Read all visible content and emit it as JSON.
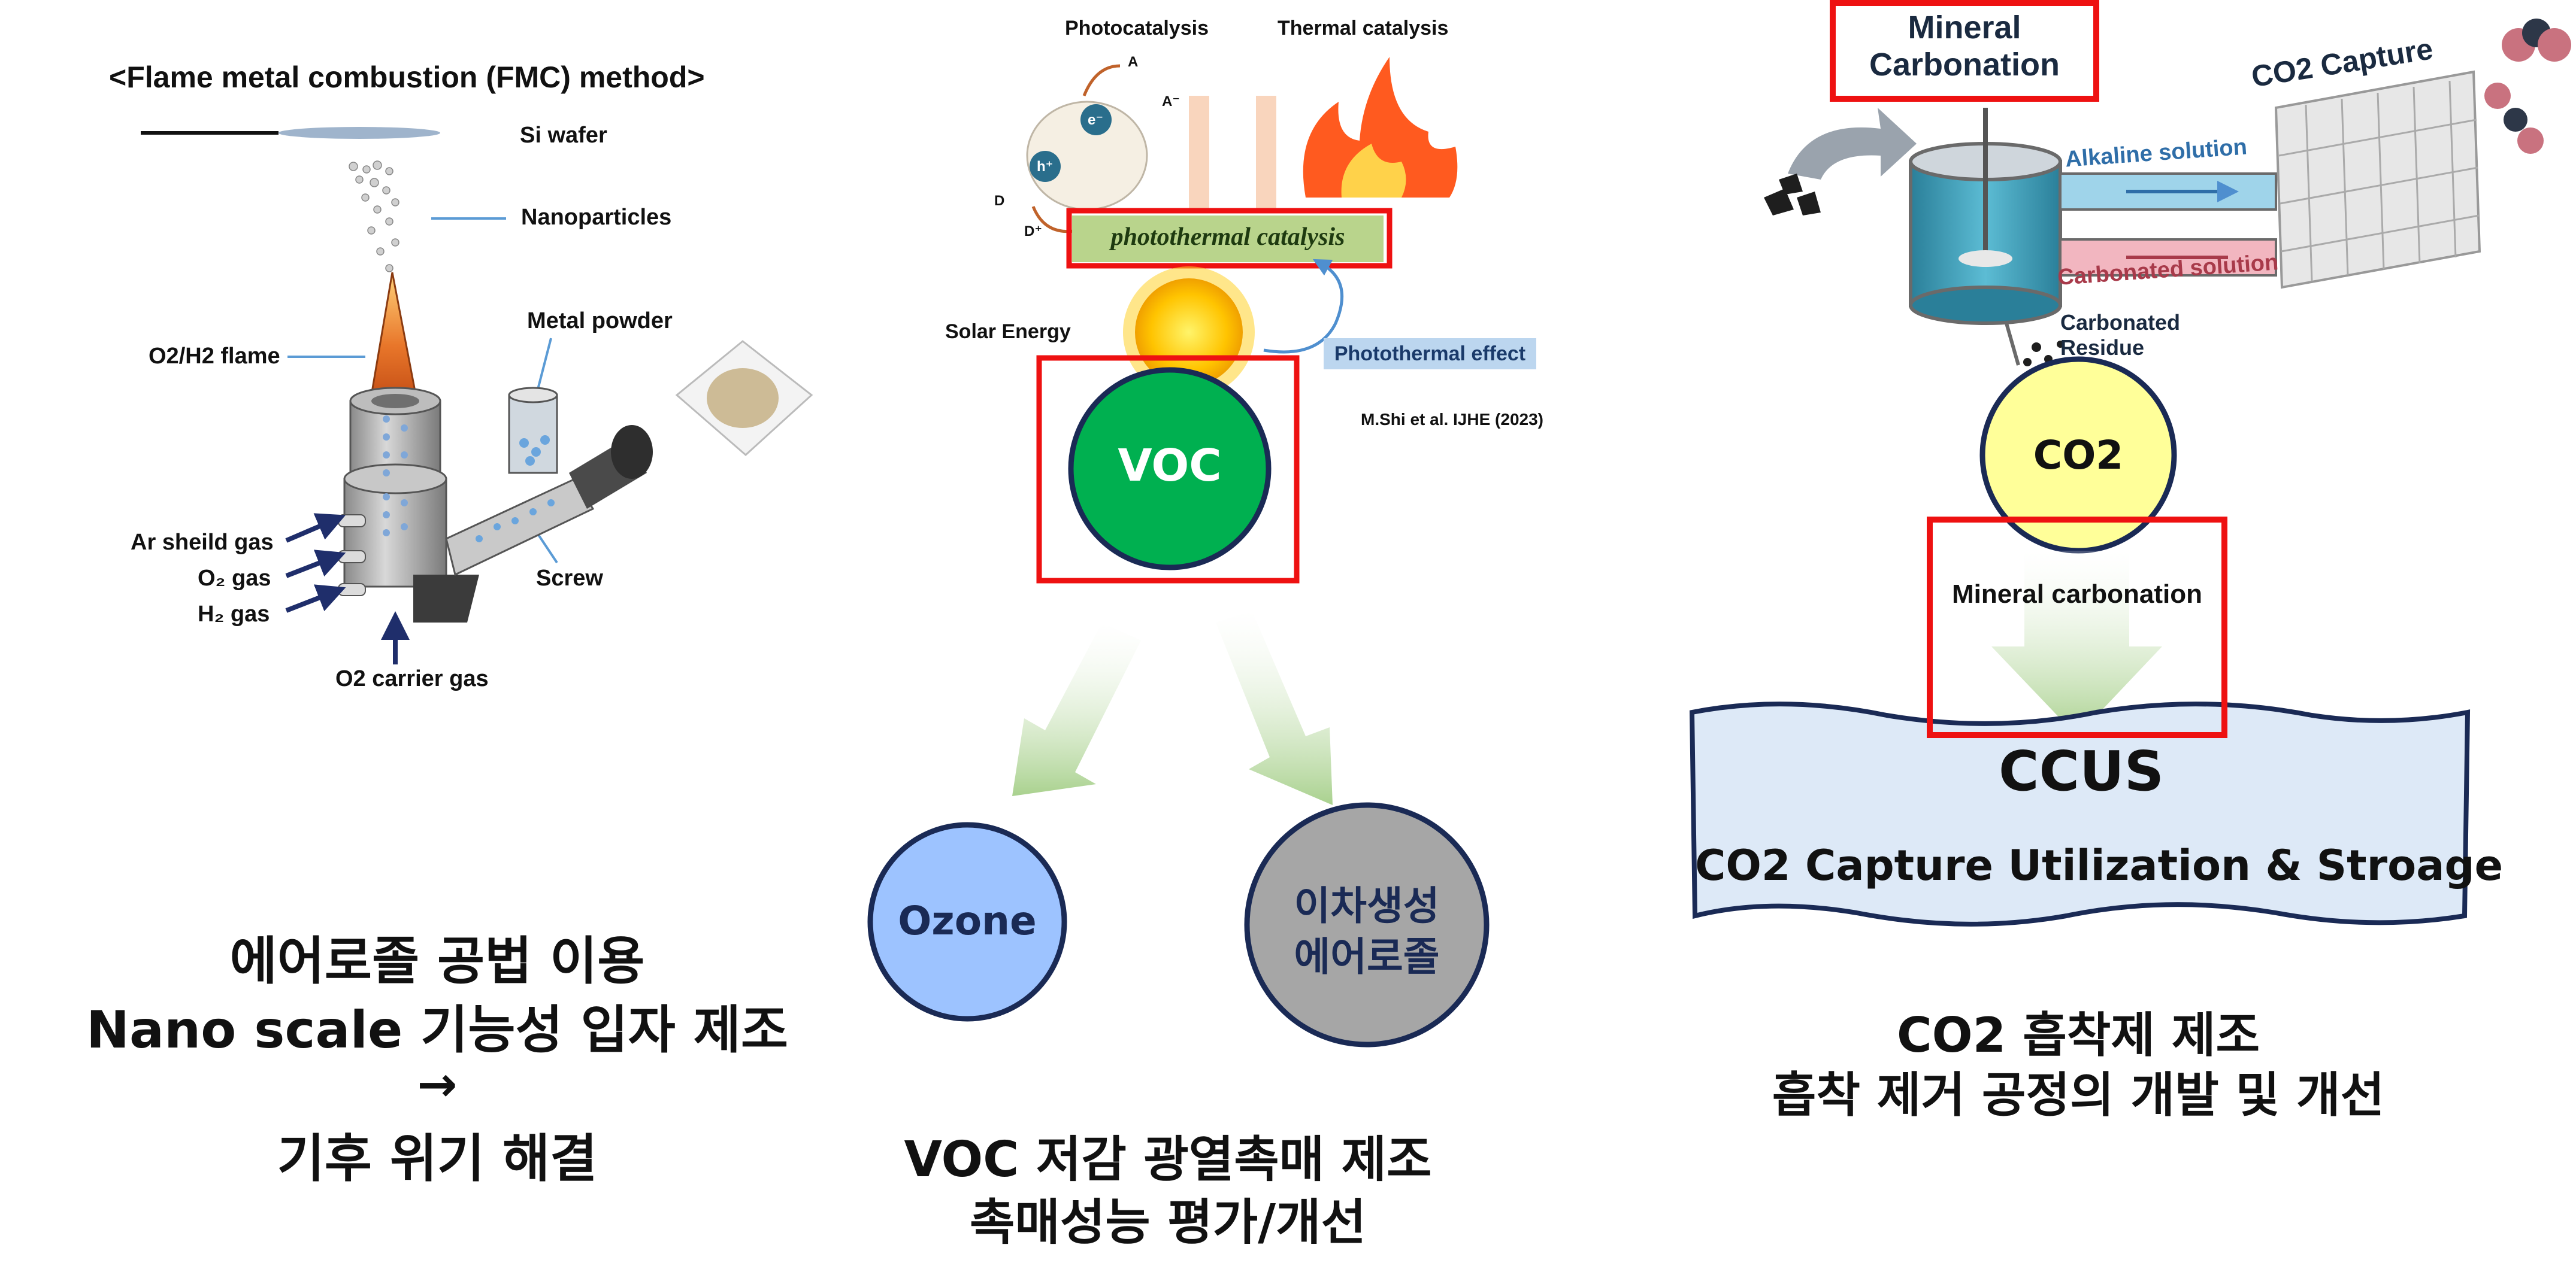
{
  "fmc": {
    "title": "<Flame metal combustion (FMC) method>",
    "si_wafer": "Si wafer",
    "nanoparticles": "Nanoparticles",
    "metal_powder": "Metal powder",
    "flame": "O2/H2 flame",
    "ar_gas": "Ar sheild gas",
    "o2_gas": "O₂ gas",
    "h2_gas": "H₂ gas",
    "screw": "Screw",
    "carrier": "O2 carrier gas",
    "caption_line1": "에어로졸 공법 이용",
    "caption_line2": "Nano scale 기능성 입자 제조",
    "caption_arrow": "→",
    "caption_line4": "기후 위기 해결"
  },
  "voc": {
    "photocatalysis": "Photocatalysis",
    "thermal_catalysis": "Thermal catalysis",
    "photothermal_catalysis": "photothermal catalysis",
    "solar_energy": "Solar Energy",
    "photothermal_effect": "Photothermal effect",
    "reference": "M.Shi et al. IJHE (2023)",
    "voc_label": "VOC",
    "ozone_label": "Ozone",
    "aerosol_line1": "이차생성",
    "aerosol_line2": "에어로졸",
    "caption_line1": "VOC 저감 광열촉매 제조",
    "caption_line2": "촉매성능 평가/개선",
    "glyph_a": "A",
    "glyph_a_minus": "A⁻",
    "glyph_d": "D",
    "glyph_d_plus": "D⁺",
    "glyph_e": "e⁻",
    "glyph_h": "h⁺"
  },
  "ccus": {
    "mineral_carbonation_box": "Mineral Carbonation",
    "co2_capture": "CO2 Capture",
    "alkaline_solution": "Alkaline solution",
    "carbonated_solution": "Carbonated solution",
    "carbonated_residue": "Carbonated Residue",
    "co2_label": "CO2",
    "mineral_carbonation_arrow": "Mineral carbonation",
    "ccus_title": "CCUS",
    "ccus_subtitle": "CO2 Capture Utilization & Stroage",
    "caption_line1": "CO2 흡착제 제조",
    "caption_line2": "흡착 제거 공정의 개발 및 개선"
  },
  "colors": {
    "highlight_red": "#ee1111",
    "voc_green": "#00b050",
    "ozone_blue": "#9dc3ff",
    "aerosol_gray": "#a6a6a6",
    "co2_yellow": "#ffff99",
    "arrow_green": "#a9d18e",
    "ccus_box": "#dde9f7",
    "navy_arrow": "#1f2e6b"
  }
}
